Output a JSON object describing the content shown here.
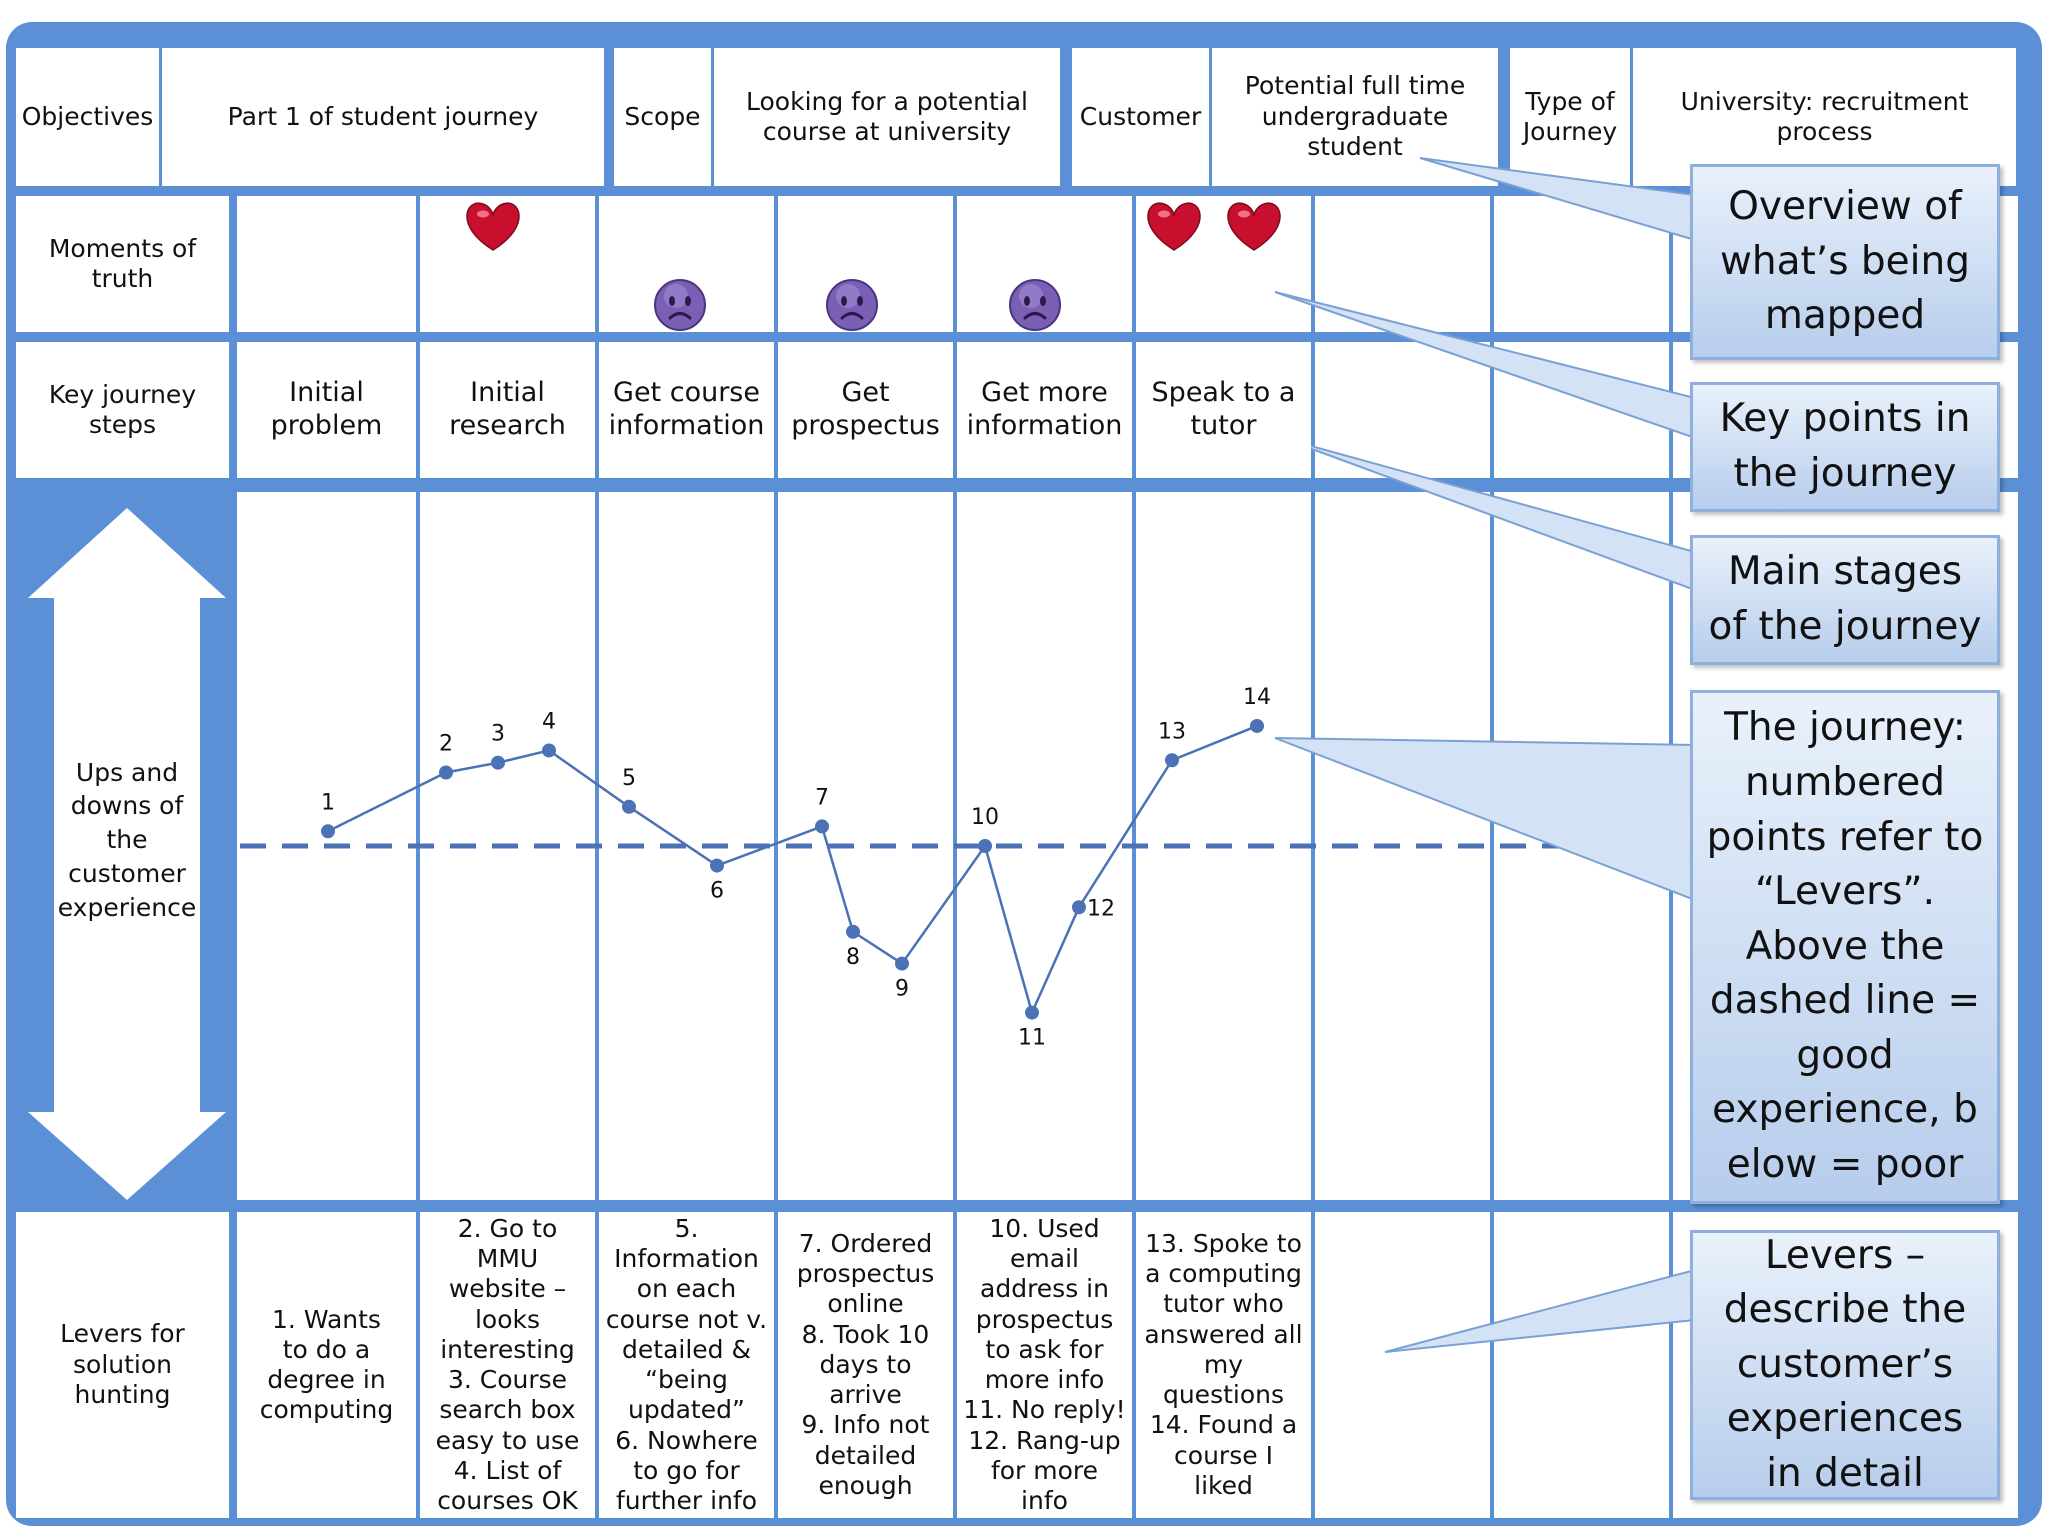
{
  "header": {
    "objectives_label": "Objectives",
    "objectives_value": "Part 1 of student journey",
    "scope_label": "Scope",
    "scope_value": "Looking for a potential course at university",
    "customer_label": "Customer",
    "customer_value": "Potential full time undergraduate student",
    "journey_type_label": "Type of Journey",
    "journey_type_value": "University: recruitment process"
  },
  "rows": {
    "moments": "Moments of truth",
    "steps": "Key journey steps",
    "experience": "Ups and downs of the customer experience",
    "levers": "Levers for solution hunting"
  },
  "steps": [
    "Initial problem",
    "Initial research",
    "Get course information",
    "Get prospectus",
    "Get more information",
    "Speak to a tutor"
  ],
  "moments_of_truth": [
    {
      "column": 2,
      "type": "heart-icon"
    },
    {
      "column": 3,
      "type": "sad-face-icon"
    },
    {
      "column": 4,
      "type": "sad-face-icon"
    },
    {
      "column": 5,
      "type": "sad-face-icon"
    },
    {
      "column": 6,
      "type": "heart-icon"
    },
    {
      "column": 6,
      "type": "heart-icon"
    }
  ],
  "levers": [
    [
      "1. Wants",
      "to do a",
      "degree in",
      "computing"
    ],
    [
      "2. Go to",
      "MMU",
      "website –",
      "looks",
      "interesting",
      "3. Course",
      "search box",
      "easy to use",
      "4. List of",
      "courses  OK"
    ],
    [
      "5.",
      "Information",
      "on each",
      "course not v.",
      "detailed &",
      "“being",
      "updated”",
      "6. Nowhere",
      "to go for",
      "further info"
    ],
    [
      "7. Ordered",
      "prospectus",
      "online",
      "8. Took 10",
      "days to",
      "arrive",
      "9. Info not",
      "detailed",
      "enough"
    ],
    [
      "10. Used",
      "email",
      "address in",
      "prospectus",
      "to ask for",
      "more info",
      "11. No reply!",
      "12. Rang-up",
      "for more",
      "info"
    ],
    [
      "13. Spoke to",
      "a computing",
      "tutor who",
      "answered all",
      "my questions",
      "14. Found a",
      "course I",
      "liked"
    ]
  ],
  "callouts": [
    "Overview of what’s being mapped",
    "Key points in the journey",
    "Main stages of the journey",
    "The journey: numbered points refer to “Levers”. Above the dashed line = good experience, b elow = poor",
    "Levers – describe the customer’s experiences in detail"
  ],
  "colors": {
    "frame": "#5b8fd6",
    "line": "#4a72b5",
    "heart": "#c8102e",
    "sad_face": "#7a5fb5"
  },
  "chart_data": {
    "type": "line",
    "baseline": "dashed line = neutral experience",
    "points": [
      {
        "label": "1",
        "column": 1,
        "value": 0.6
      },
      {
        "label": "2",
        "column": 2,
        "value": 3.0
      },
      {
        "label": "3",
        "column": 2,
        "value": 3.4
      },
      {
        "label": "4",
        "column": 2,
        "value": 3.9
      },
      {
        "label": "5",
        "column": 3,
        "value": 1.6
      },
      {
        "label": "6",
        "column": 3,
        "value": -0.8
      },
      {
        "label": "7",
        "column": 4,
        "value": 0.8
      },
      {
        "label": "8",
        "column": 4,
        "value": -3.5
      },
      {
        "label": "9",
        "column": 5,
        "value": -4.8
      },
      {
        "label": "10",
        "column": 5,
        "value": 0.0
      },
      {
        "label": "11",
        "column": 5,
        "value": -6.8
      },
      {
        "label": "12",
        "column": 6,
        "value": -2.5
      },
      {
        "label": "13",
        "column": 6,
        "value": 3.5
      },
      {
        "label": "14",
        "column": 6,
        "value": 4.9
      }
    ]
  }
}
